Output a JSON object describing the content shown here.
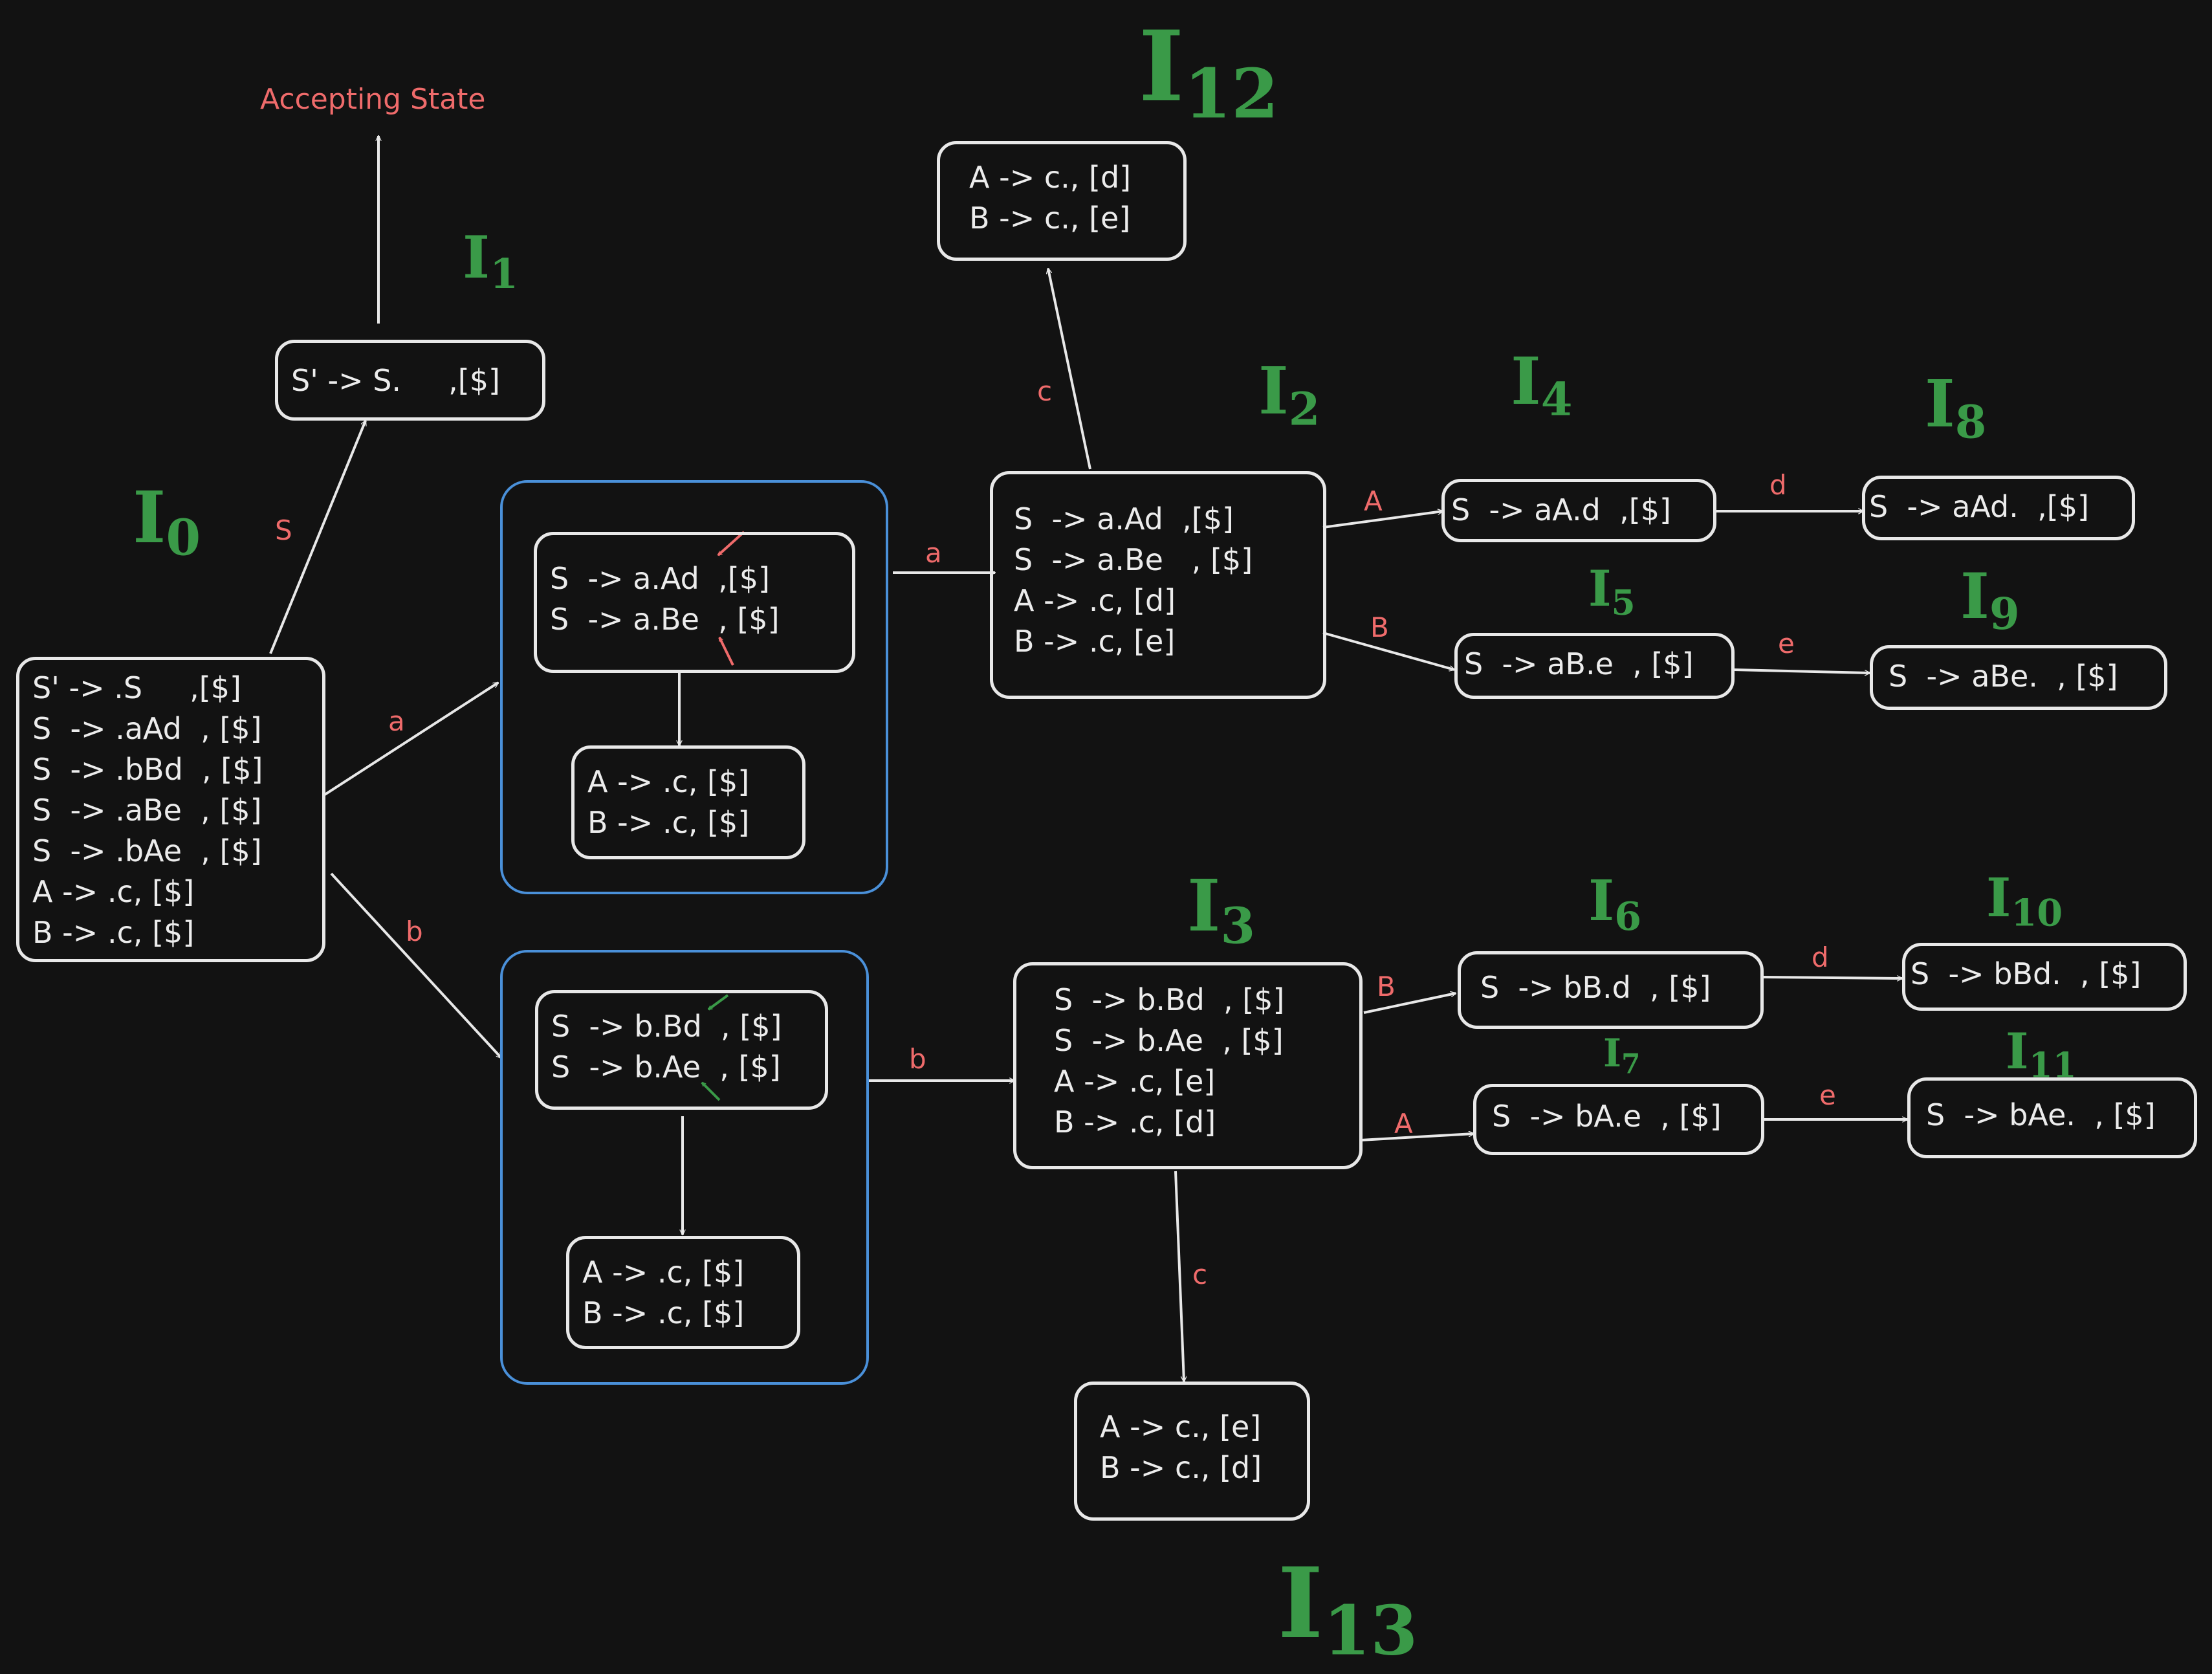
{
  "accepting_label": "Accepting State",
  "states": {
    "i0": [
      "S' -> .S     ,[$]",
      "S  -> .aAd  , [$]",
      "S  -> .bBd  , [$]",
      "S  -> .aBe  , [$]",
      "S  -> .bAe  , [$]",
      "A -> .c, [$]",
      "B -> .c, [$]"
    ],
    "i1": [
      "S' -> S.     ,[$]"
    ],
    "i_a_kernel": [
      "S  -> a.Ad  ,[$]",
      "S  -> a.Be  , [$]"
    ],
    "i_a_closure": [
      "A -> .c, [$]",
      "B -> .c, [$]"
    ],
    "i_b_kernel": [
      "S  -> b.Bd  , [$]",
      "S  -> b.Ae  , [$]"
    ],
    "i_b_closure": [
      "A -> .c, [$]",
      "B -> .c, [$]"
    ],
    "i2": [
      "S  -> a.Ad  ,[$]",
      "S  -> a.Be   , [$]",
      "A -> .c, [d]",
      "B -> .c, [e]"
    ],
    "i3": [
      "S  -> b.Bd  , [$]",
      "S  -> b.Ae  , [$]",
      "A -> .c, [e]",
      "B -> .c, [d]"
    ],
    "i4": [
      "S  -> aA.d  ,[$]"
    ],
    "i5": [
      "S  -> aB.e  , [$]"
    ],
    "i6": [
      "S  -> bB.d  , [$]"
    ],
    "i7": [
      "S  -> bA.e  , [$]"
    ],
    "i8": [
      "S  -> aAd.  ,[$]"
    ],
    "i9": [
      "S  -> aBe.  , [$]"
    ],
    "i10": [
      "S  -> bBd.  , [$]"
    ],
    "i11": [
      "S  -> bAe.  , [$]"
    ],
    "i12": [
      "A -> c., [d]",
      "B -> c., [e]"
    ],
    "i13": [
      "A -> c., [e]",
      "B -> c., [d]"
    ]
  },
  "state_labels": {
    "i0": "I0",
    "i1": "I1",
    "i2": "I2",
    "i3": "I3",
    "i4": "I4",
    "i5": "I5",
    "i6": "I6",
    "i7": "I7",
    "i8": "I8",
    "i9": "I9",
    "i10": "I10",
    "i11": "I11",
    "i12": "I12",
    "i13": "I13"
  },
  "transitions": [
    {
      "id": "i0-i1",
      "symbol": "S"
    },
    {
      "id": "i0-a",
      "symbol": "a"
    },
    {
      "id": "i0-b",
      "symbol": "b"
    },
    {
      "id": "a-i2",
      "symbol": "a"
    },
    {
      "id": "b-i3",
      "symbol": "b"
    },
    {
      "id": "i2-i12",
      "symbol": "c"
    },
    {
      "id": "i2-i4",
      "symbol": "A"
    },
    {
      "id": "i2-i5",
      "symbol": "B"
    },
    {
      "id": "i4-i8",
      "symbol": "d"
    },
    {
      "id": "i5-i9",
      "symbol": "e"
    },
    {
      "id": "i3-i6",
      "symbol": "B"
    },
    {
      "id": "i3-i7",
      "symbol": "A"
    },
    {
      "id": "i6-i10",
      "symbol": "d"
    },
    {
      "id": "i7-i11",
      "symbol": "e"
    },
    {
      "id": "i3-i13",
      "symbol": "c"
    }
  ],
  "colors": {
    "background": "#121212",
    "box_border": "#e8e8e8",
    "group_border": "#4a90d9",
    "state_label": "#3a9a48",
    "edge_label": "#ef6b6b"
  }
}
